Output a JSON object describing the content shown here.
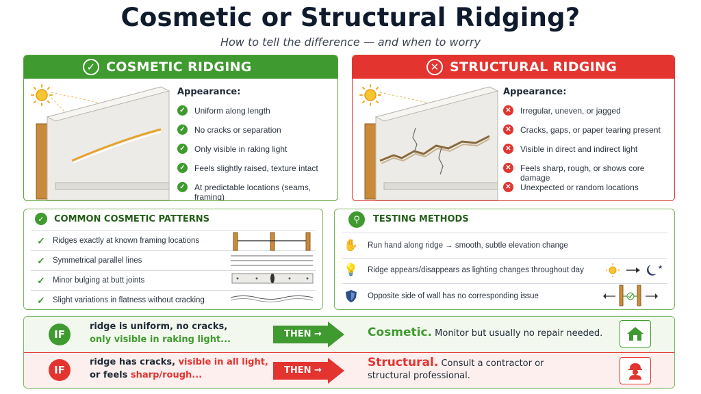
{
  "title": "Cosmetic or Structural Ridging?",
  "subtitle": "How to tell the difference — and when to worry",
  "colors": {
    "green": "#3f9a2f",
    "red": "#e3342f",
    "navy": "#0f1b2d"
  },
  "cosmetic": {
    "heading": "COSMETIC RIDGING",
    "icon": "check-circle-icon",
    "appearance_title": "Appearance:",
    "items": [
      "Uniform along length",
      "No cracks or separation",
      "Only visible in raking light",
      "Feels slightly raised, texture intact",
      "At predictable locations (seams, framing)"
    ]
  },
  "structural": {
    "heading": "STRUCTURAL RIDGING",
    "icon": "x-circle-icon",
    "appearance_title": "Appearance:",
    "items": [
      "Irregular, uneven, or jagged",
      "Cracks, gaps, or paper tearing present",
      "Visible in direct and indirect light",
      "Feels sharp, rough, or shows core damage",
      "Unexpected or random locations"
    ]
  },
  "patterns": {
    "heading": "COMMON COSMETIC PATTERNS",
    "items": [
      "Ridges exactly at known framing locations",
      "Symmetrical parallel lines",
      "Minor bulging at butt joints",
      "Slight variations in flatness without cracking"
    ]
  },
  "testing": {
    "heading": "TESTING METHODS",
    "items": [
      {
        "icon": "hand-icon",
        "text": "Run hand along ridge → smooth, subtle elevation change"
      },
      {
        "icon": "lightbulb-icon",
        "text": "Ridge appears/disappears as lighting changes throughout day"
      },
      {
        "icon": "shield-icon",
        "text": "Opposite side of wall has no corresponding issue"
      }
    ]
  },
  "decision": {
    "if_label": "IF",
    "then_label": "THEN →",
    "cosmetic": {
      "line1": "ridge is uniform, no cracks,",
      "line2": "only visible in raking light...",
      "result_key": "Cosmetic.",
      "result_text": "Monitor but usually no repair needed."
    },
    "structural": {
      "line1_a": "ridge has cracks, ",
      "line1_b": "visible in all light,",
      "line2_a": "or feels ",
      "line2_b": "sharp/rough...",
      "result_key": "Structural.",
      "result_text_1": "Consult a contractor or",
      "result_text_2": "structural professional."
    }
  }
}
